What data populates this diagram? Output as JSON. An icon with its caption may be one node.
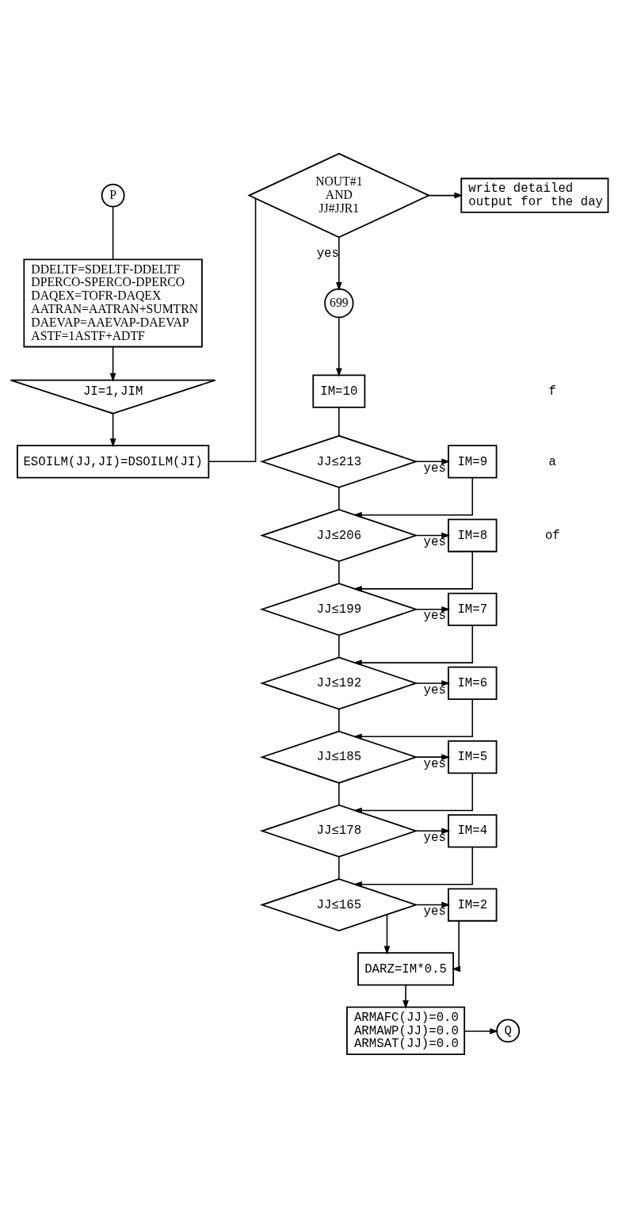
{
  "diagram": {
    "nodes": [
      {
        "text": [
          "P"
        ]
      },
      {
        "text": [
          "DDELTF=SDELTF-DDELTF",
          "DPERCO-SPERCO-DPERCO",
          "DAQEX=TOFR-DAQEX",
          "AATRAN=AATRAN+SUMTRN",
          "DAEVAP=AAEVAP-DAEVAP",
          "ASTF=1ASTF+ADTF"
        ]
      },
      {
        "text": [
          "JI=1,JIM"
        ]
      },
      {
        "text": [
          "ESOILM(JJ,JI)=DSOILM(JI)"
        ]
      },
      {
        "text": [
          "NOUT#1 AND JJ#JJR1"
        ]
      },
      {
        "text": [
          "write detailed output for the day"
        ]
      },
      {
        "text": [
          "699"
        ]
      },
      {
        "text": [
          "IM=10"
        ]
      },
      {
        "text": [
          "JJ≤213"
        ]
      },
      {
        "text": [
          "IM=9"
        ]
      },
      {
        "text": [
          "JJ≤206"
        ]
      },
      {
        "text": [
          "IM=8"
        ]
      },
      {
        "text": [
          "JJ≤199"
        ]
      },
      {
        "text": [
          "IM=7"
        ]
      },
      {
        "text": [
          "JJ≤192"
        ]
      },
      {
        "text": [
          "IM=6"
        ]
      },
      {
        "text": [
          "JJ≤185"
        ]
      },
      {
        "text": [
          "IM=5"
        ]
      },
      {
        "text": [
          "JJ≤178"
        ]
      },
      {
        "text": [
          "IM=4"
        ]
      },
      {
        "text": [
          "JJ≤165"
        ]
      },
      {
        "text": [
          "IM=2"
        ]
      },
      {
        "text": [
          "DARZ=IM*0.5"
        ]
      },
      {
        "text": [
          "ARMAFC(JJ)=0.0",
          "ARMAWP(JJ)=0.0",
          "ARMSAT(JJ)=0.0"
        ]
      },
      {
        "text": [
          "Q"
        ]
      }
    ],
    "edges": [
      {
        "from": 0,
        "to": 1,
        "arrow": "none"
      },
      {
        "from": 1,
        "to": 2,
        "arrow": "to"
      },
      {
        "from": 2,
        "to": 3,
        "arrow": "to"
      },
      {
        "from": 3,
        "to": 4,
        "arrow": "none"
      },
      {
        "from": 4,
        "to": 5,
        "arrow": "to"
      },
      {
        "from": 4,
        "to": 6,
        "arrow": "to",
        "label": "yes"
      },
      {
        "from": 6,
        "to": 7,
        "arrow": "to"
      },
      {
        "from": 7,
        "to": 8,
        "arrow": "none"
      },
      {
        "from": 8,
        "to": 9,
        "arrow": "to",
        "label": "yes"
      },
      {
        "from": 8,
        "to": 10,
        "arrow": "none"
      },
      {
        "from": 9,
        "to": 10,
        "arrow": "to"
      },
      {
        "from": 10,
        "to": 11,
        "arrow": "to",
        "label": "yes"
      },
      {
        "from": 10,
        "to": 12,
        "arrow": "none"
      },
      {
        "from": 11,
        "to": 12,
        "arrow": "to"
      },
      {
        "from": 12,
        "to": 13,
        "arrow": "to",
        "label": "yes"
      },
      {
        "from": 12,
        "to": 14,
        "arrow": "none"
      },
      {
        "from": 13,
        "to": 14,
        "arrow": "to"
      },
      {
        "from": 14,
        "to": 15,
        "arrow": "to",
        "label": "yes"
      },
      {
        "from": 14,
        "to": 16,
        "arrow": "none"
      },
      {
        "from": 15,
        "to": 16,
        "arrow": "to"
      },
      {
        "from": 16,
        "to": 17,
        "arrow": "to",
        "label": "yes"
      },
      {
        "from": 16,
        "to": 18,
        "arrow": "none"
      },
      {
        "from": 17,
        "to": 18,
        "arrow": "to"
      },
      {
        "from": 18,
        "to": 19,
        "arrow": "to",
        "label": "yes"
      },
      {
        "from": 18,
        "to": 20,
        "arrow": "none"
      },
      {
        "from": 19,
        "to": 20,
        "arrow": "to"
      },
      {
        "from": 20,
        "to": 21,
        "arrow": "to",
        "label": "yes"
      },
      {
        "from": 20,
        "to": 22,
        "arrow": "to"
      },
      {
        "from": 21,
        "to": 22,
        "arrow": "to"
      },
      {
        "from": 22,
        "to": 23,
        "arrow": "to"
      },
      {
        "from": 23,
        "to": 24,
        "arrow": "to"
      }
    ],
    "labels": [
      "f",
      "a",
      "of"
    ]
  }
}
